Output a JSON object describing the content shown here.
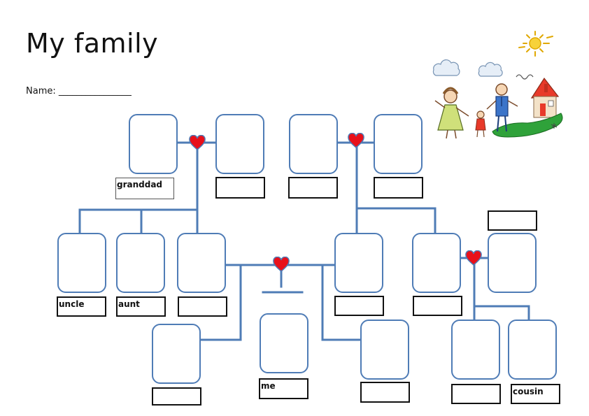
{
  "title": "My family",
  "name_prompt": "Name: ________________",
  "labels": {
    "granddad": "granddad",
    "uncle": "uncle",
    "aunt": "aunt",
    "me": "me",
    "cousin": "cousin"
  },
  "colors": {
    "tree_line": "#4f7cb6",
    "heart": "#e8101a",
    "label_border": "#111111"
  },
  "icons": [
    "heart-icon",
    "family-drawing",
    "sun-icon",
    "cloud-icon",
    "house-icon"
  ]
}
